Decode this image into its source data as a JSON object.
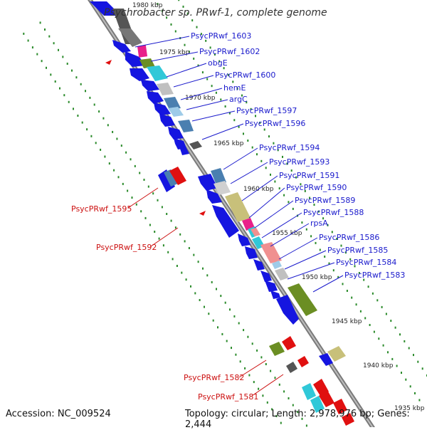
{
  "title": "Psychrobacter sp. PRwf-1, complete genome",
  "accession": "Accession: NC_009524",
  "topology": "Topology: circular; Length: 2,978,976 bp; Genes: 2,444",
  "colors": {
    "forward_label": "#1a1acc",
    "reverse_label": "#cc1111",
    "backbone": "#808080",
    "tick_dots": "#2a8a2a"
  },
  "kbp_marks": [
    "1980 kbp",
    "1975 kbp",
    "1970 kbp",
    "1965 kbp",
    "1960 kbp",
    "1955 kbp",
    "1950 kbp",
    "1945 kbp",
    "1940 kbp",
    "1935 kbp"
  ],
  "forward_labels": [
    "PsycPRwf_1603",
    "PsycPRwf_1602",
    "obgE",
    "PsycPRwf_1600",
    "hemE",
    "argC",
    "PsycPRwf_1597",
    "PsycPRwf_1596",
    "PsycPRwf_1594",
    "PsycPRwf_1593",
    "PsycPRwf_1591",
    "PsycPRwf_1590",
    "PsycPRwf_1589",
    "PsycPRwf_1588",
    "rpsA",
    "PsycPRwf_1586",
    "PsycPRwf_1585",
    "PsycPRwf_1584",
    "PsycPRwf_1583"
  ],
  "reverse_labels": [
    "PsycPRwf_1595",
    "PsycPRwf_1592",
    "PsycPRwf_1582",
    "PsycPRwf_1581"
  ]
}
